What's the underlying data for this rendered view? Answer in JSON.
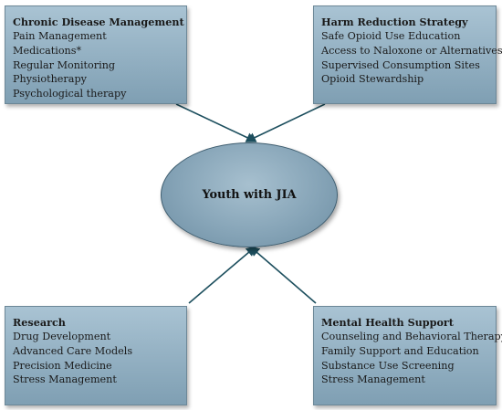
{
  "center": {
    "label": "Youth with JIA"
  },
  "boxes": {
    "top_left": {
      "title": "Chronic Disease Management",
      "items": [
        "Pain Management",
        "Medications*",
        "Regular Monitoring",
        "Physiotherapy",
        "Psychological therapy"
      ]
    },
    "top_right": {
      "title": "Harm Reduction Strategy",
      "items": [
        "Safe Opioid Use Education",
        "Access to Naloxone or Alternatives",
        "Supervised Consumption Sites",
        "Opioid Stewardship"
      ]
    },
    "bottom_left": {
      "title": "Research",
      "items": [
        "Drug Development",
        "Advanced Care Models",
        "Precision Medicine",
        "Stress Management"
      ]
    },
    "bottom_right": {
      "title": "Mental Health Support",
      "items": [
        "Counseling and Behavioral Therapy",
        "Family Support and Education",
        "Substance Use Screening",
        "Stress Management"
      ]
    }
  },
  "colors": {
    "box_fill": "#8fadc0",
    "arrow": "#1d4f5e",
    "ellipse_fill": "#87a5b8"
  }
}
